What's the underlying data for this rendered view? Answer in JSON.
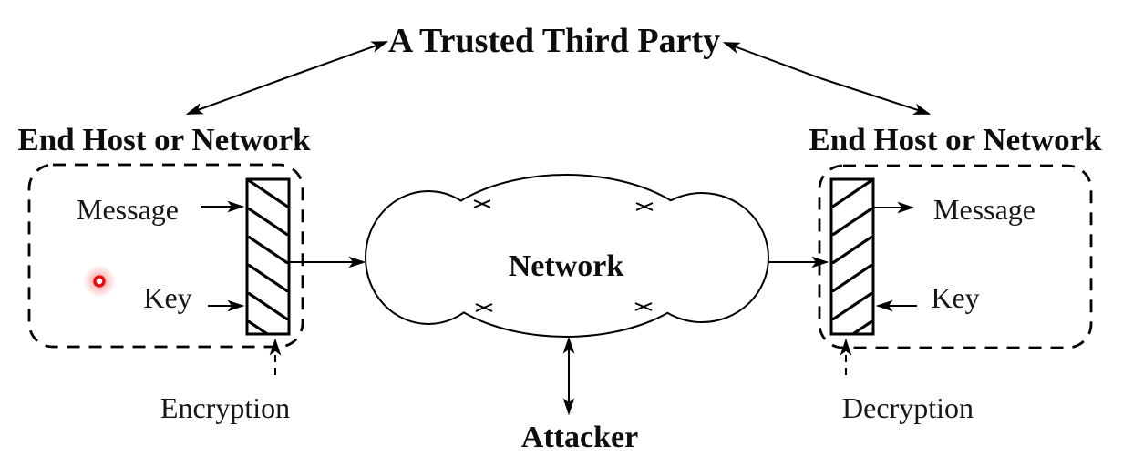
{
  "title": "A Trusted Third Party",
  "network_label": "Network",
  "attacker_label": "Attacker",
  "left_site": {
    "heading": "End Host or Network",
    "message_label": "Message",
    "key_label": "Key",
    "process_label": "Encryption"
  },
  "right_site": {
    "heading": "End Host or Network",
    "message_label": "Message",
    "key_label": "Key",
    "process_label": "Decryption"
  },
  "icons": {
    "click_indicator": "red-click-highlight",
    "left_cipher_box": "diagonal-hatch-backslash",
    "right_cipher_box": "diagonal-hatch-slash"
  },
  "colors": {
    "line": "#000000",
    "text": "#0d0d0d",
    "background": "#ffffff",
    "click_highlight": "#e01010"
  }
}
